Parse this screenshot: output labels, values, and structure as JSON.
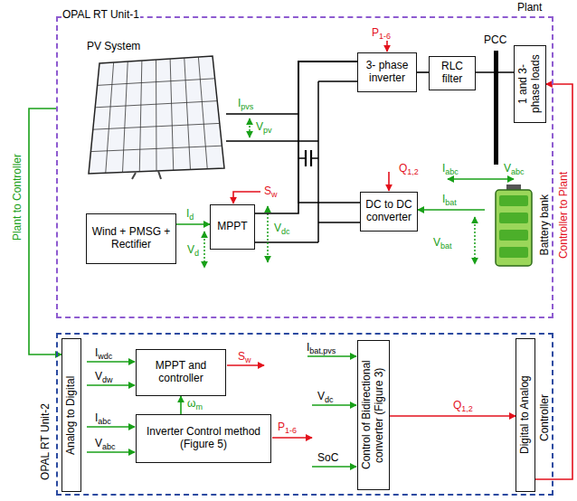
{
  "diagram": {
    "nodes": [
      {
        "text": [
          "OPAL RT Unit-1",
          "Plant"
        ]
      },
      {
        "text": [
          "3- phase inverter"
        ],
        "in": 0
      },
      {
        "text": [
          "RLC filter"
        ],
        "in": 0
      },
      {
        "text": [
          "1 and 3-phase loads"
        ],
        "in": 0
      },
      {
        "text": [
          "Wind + PMSG + Rectifier"
        ],
        "in": 0
      },
      {
        "text": [
          "MPPT"
        ],
        "in": 0
      },
      {
        "text": [
          "DC to DC converter"
        ],
        "in": 0
      },
      {
        "text": [
          "Battery bank"
        ],
        "in": 0
      },
      {
        "text": [
          "PV System"
        ],
        "in": 0
      },
      {
        "text": [
          "OPAL RT Unit-2",
          "Controller"
        ]
      },
      {
        "text": [
          "Analog to Digital"
        ],
        "in": 9
      },
      {
        "text": [
          "MPPT and controller"
        ],
        "in": 9
      },
      {
        "text": [
          "Inverter Control method (Figure 5)"
        ],
        "in": 9
      },
      {
        "text": [
          "Control of Bidirectional converter (Figure 3)"
        ],
        "in": 9
      },
      {
        "text": [
          "Digital to Analog"
        ],
        "in": 9
      }
    ],
    "edges": [
      {
        "from": 0,
        "to": 10,
        "arrow": "to",
        "label": "Plant to Controller"
      },
      {
        "from": 14,
        "to": 3,
        "arrow": "to",
        "label": "Controller to Plant"
      },
      {
        "from": 8,
        "to": 1,
        "arrow": "none"
      },
      {
        "from": 5,
        "to": 1,
        "arrow": "none"
      },
      {
        "from": 6,
        "to": 1,
        "arrow": "none"
      },
      {
        "from": 1,
        "to": 2,
        "arrow": "none"
      },
      {
        "from": 2,
        "to": 3,
        "arrow": "none"
      },
      {
        "from": 4,
        "to": 5,
        "arrow": "to",
        "label": "Id"
      },
      {
        "from": 7,
        "to": 6,
        "arrow": "to",
        "label": "Ibat"
      },
      {
        "from": 12,
        "to": 11,
        "arrow": "to",
        "label": "ωm"
      },
      {
        "from": 13,
        "to": 14,
        "arrow": "to",
        "label": "Q1,2"
      }
    ],
    "labels": [
      "Ipvs",
      "Vpv",
      "P1-6",
      "PCC",
      "Sw",
      "Iabc",
      "Vabc",
      "Q1,2",
      "Vd",
      "Vdc",
      "Vbat",
      "Iwdc",
      "Sw",
      "Vdw",
      "Iabc",
      "P1-6",
      "Vabc",
      "Ibat,pvs",
      "Vdc",
      "SoC"
    ]
  }
}
